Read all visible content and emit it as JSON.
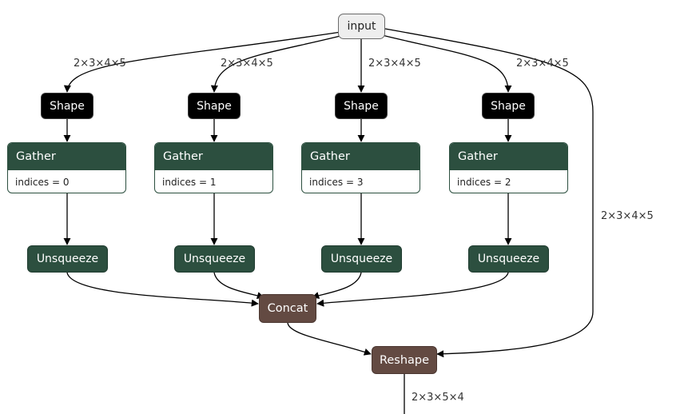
{
  "diagram": {
    "input": {
      "label": "input"
    },
    "branches": [
      {
        "shape": "Shape",
        "gather": "Gather",
        "attr_name": "indices",
        "attr_value": "0",
        "unsqueeze": "Unsqueeze",
        "edge_label": "2×3×4×5"
      },
      {
        "shape": "Shape",
        "gather": "Gather",
        "attr_name": "indices",
        "attr_value": "1",
        "unsqueeze": "Unsqueeze",
        "edge_label": "2×3×4×5"
      },
      {
        "shape": "Shape",
        "gather": "Gather",
        "attr_name": "indices",
        "attr_value": "3",
        "unsqueeze": "Unsqueeze",
        "edge_label": "2×3×4×5"
      },
      {
        "shape": "Shape",
        "gather": "Gather",
        "attr_name": "indices",
        "attr_value": "2",
        "unsqueeze": "Unsqueeze",
        "edge_label": "2×3×4×5"
      }
    ],
    "concat": {
      "label": "Concat"
    },
    "reshape": {
      "label": "Reshape"
    },
    "edge_labels": {
      "input_to_reshape": "2×3×4×5",
      "reshape_output": "2×3×5×4"
    },
    "colors": {
      "shape_node": "#000000",
      "gather_node": "#2c4f3f",
      "unsqueeze_node": "#2c4f3f",
      "concat_node": "#634a42",
      "reshape_node": "#634a42",
      "input_node": "#eeeeee",
      "edge": "#000000"
    }
  }
}
